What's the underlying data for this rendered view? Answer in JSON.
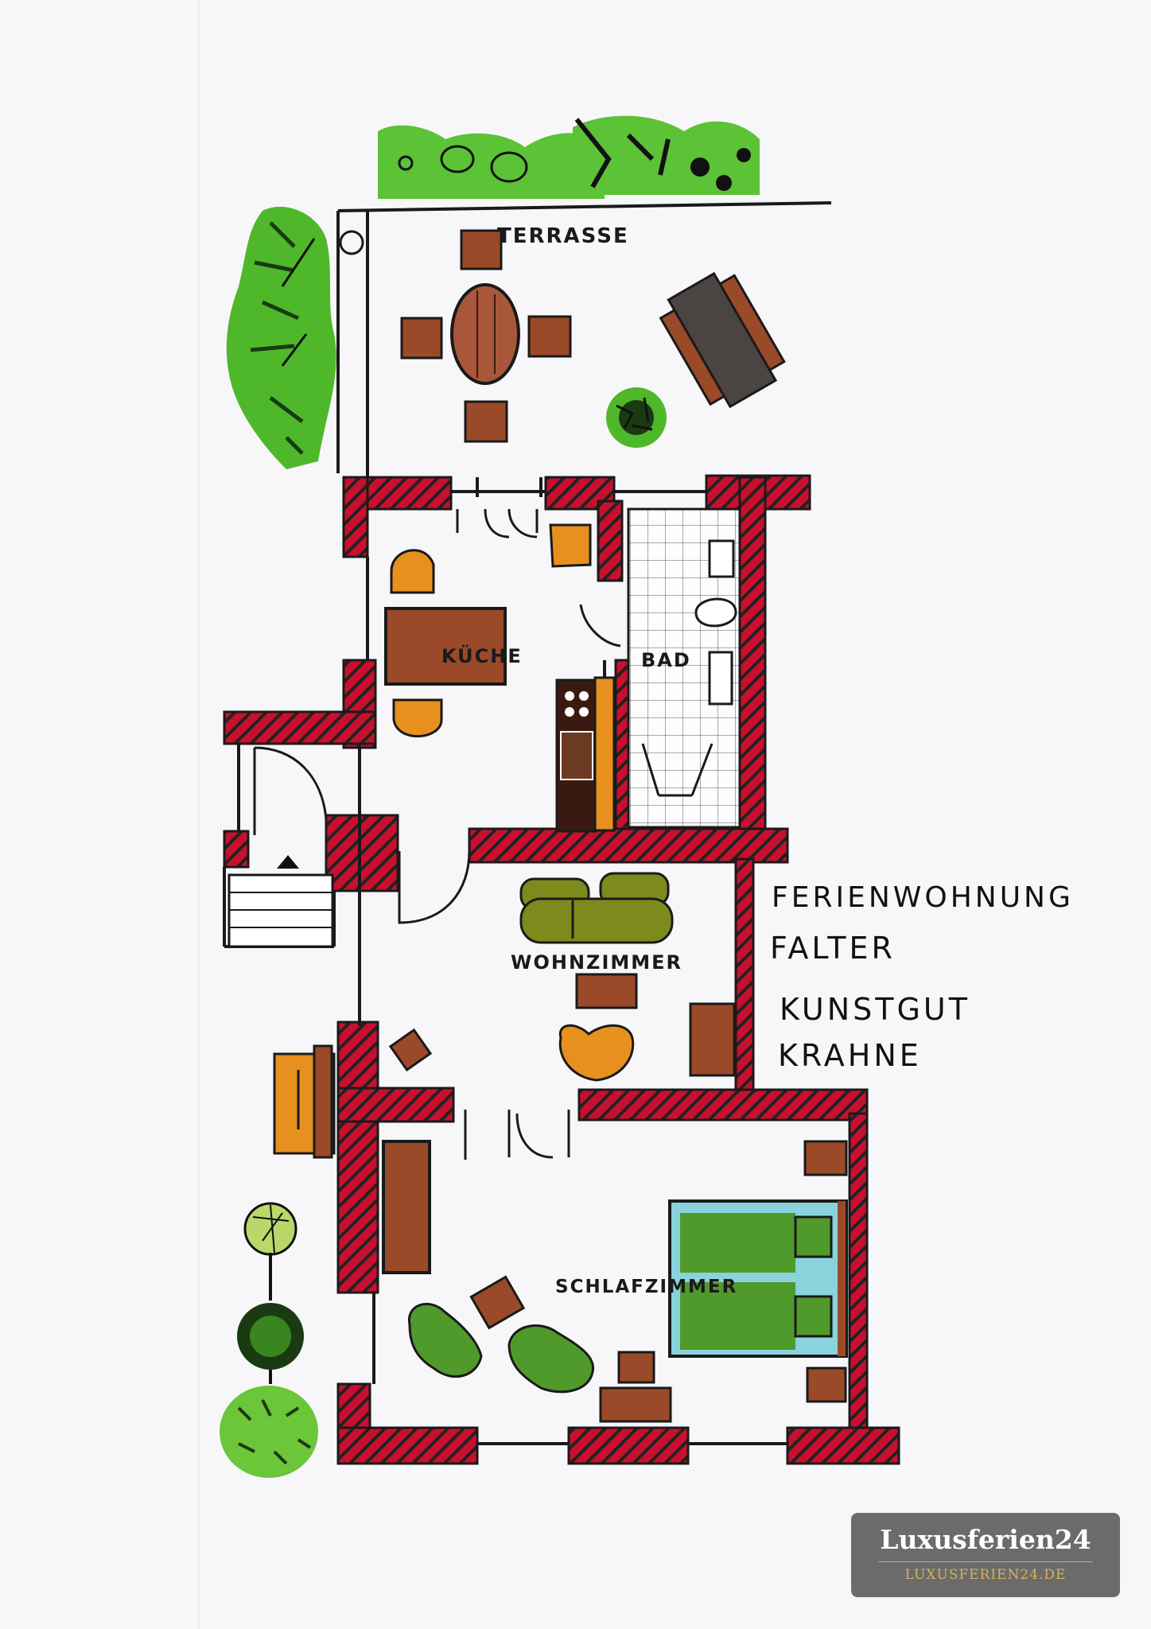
{
  "plan": {
    "rooms": {
      "terrasse": "TERRASSE",
      "kueche": "KÜCHE",
      "bad": "BAD",
      "wohnzimmer": "WOHNZIMMER",
      "schlafzimmer": "SCHLAFZIMMER"
    },
    "title": {
      "line1": "FERIENWOHNUNG",
      "line2": "FALTER",
      "line3": "KUNSTGUT",
      "line4": "KRAHNE"
    }
  },
  "watermark": {
    "brand": "Luxusferien24",
    "url": "LUXUSFERIEN24.DE"
  },
  "colors": {
    "wall": "#c8102e",
    "furniture_brown": "#9a4a28",
    "furniture_orange": "#e8901e",
    "sofa_olive": "#7d8a1c",
    "bed_green": "#4f9a2a",
    "plant_green": "#4fb82a",
    "terrace_dark": "#4a4442",
    "bath_blue": "#8ad3dc"
  }
}
